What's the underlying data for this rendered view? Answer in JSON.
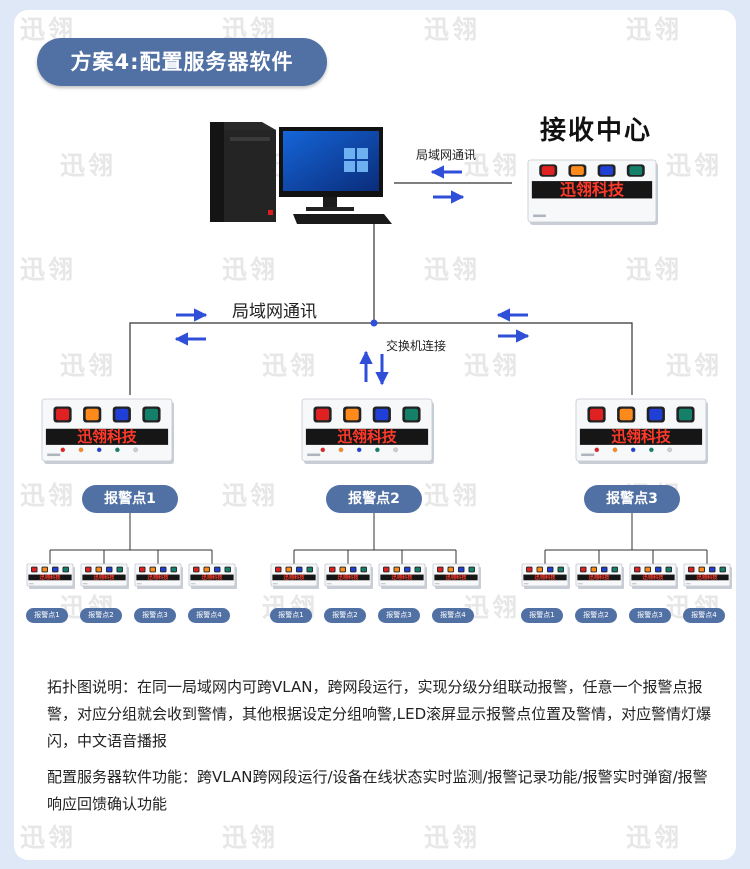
{
  "title": "方案4:配置服务器软件",
  "watermark": "迅翎",
  "receive_center": {
    "title": "接收中心",
    "panel_text": "迅翎科技"
  },
  "lan_label_top": "局域网通讯",
  "lan_label_main": "局域网通讯",
  "switch_label": "交换机连接",
  "panel_text": "迅翎科技",
  "alarm_points": [
    {
      "label": "报警点1",
      "subs": [
        "报警点1",
        "报警点2",
        "报警点3",
        "报警点4"
      ]
    },
    {
      "label": "报警点2",
      "subs": [
        "报警点1",
        "报警点2",
        "报警点3",
        "报警点4"
      ]
    },
    {
      "label": "报警点3",
      "subs": [
        "报警点1",
        "报警点2",
        "报警点3",
        "报警点4"
      ]
    }
  ],
  "description": {
    "topology": "拓扑图说明：在同一局域网内可跨VLAN，跨网段运行，实现分级分组联动报警，任意一个报警点报警，对应分组就会收到警情，其他根据设定分组响警,LED滚屏显示报警点位置及警情，对应警情灯爆闪，中文语音播报",
    "software": "配置服务器软件功能：跨VLAN跨网段运行/设备在线状态实时监测/报警记录功能/报警实时弹窗/报警响应回馈确认功能"
  },
  "colors": {
    "accent": "#5171a4",
    "line": "#333333",
    "arrow": "#2f4fd8",
    "led_red": "#ff3a2a",
    "btn_red": "#e02121",
    "btn_orange": "#ff8a1c",
    "btn_blue": "#1f3fd6",
    "btn_green": "#15806a"
  }
}
